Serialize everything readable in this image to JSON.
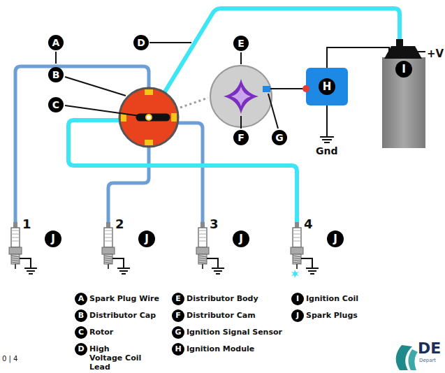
{
  "diagram": {
    "nodes": [
      {
        "text": [
          "H"
        ]
      },
      {
        "text": [
          "I"
        ]
      }
    ],
    "edges": [
      {
        "from": 0,
        "to": 1,
        "arrow": "none"
      }
    ],
    "labels": [
      "A",
      "B",
      "C",
      "D",
      "E",
      "F",
      "G",
      "+V",
      "Gnd",
      "1",
      "J",
      "2",
      "J",
      "3",
      "J",
      "4",
      "J",
      "A",
      "Spark Plug Wire",
      "B",
      "Distributor Cap",
      "C",
      "Rotor",
      "D",
      "High Voltage Coil Lead",
      "E",
      "Distributor Body",
      "F",
      "Distributor Cam",
      "G",
      "Ignition Signal Sensor",
      "H",
      "Ignition Module",
      "I",
      "Ignition Coil",
      "J",
      "Spark Plugs",
      "0 | 4",
      "DE",
      "Depart"
    ]
  }
}
